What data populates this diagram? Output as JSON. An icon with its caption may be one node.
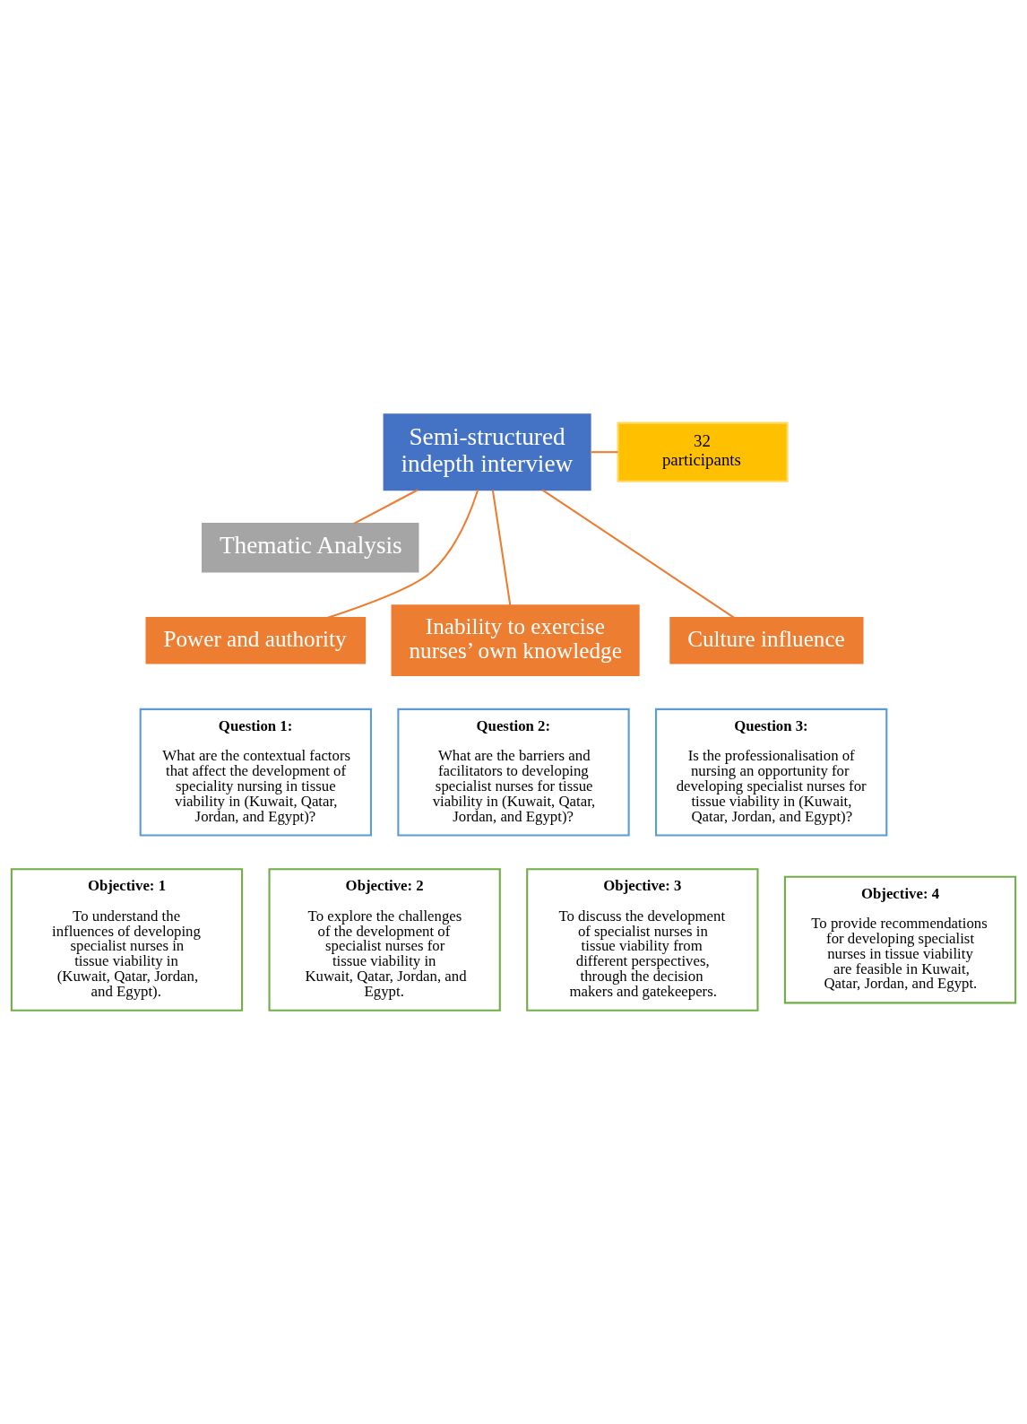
{
  "diagram": {
    "nodes": [
      {
        "text": [
          "Semi-structured indepth interview"
        ]
      },
      {
        "text": [
          "32 participants"
        ]
      },
      {
        "text": [
          "Thematic Analysis"
        ]
      },
      {
        "text": [
          "Power and authority"
        ]
      },
      {
        "text": [
          "Inability to exercise nurses’ own knowledge"
        ]
      },
      {
        "text": [
          "Culture influence"
        ]
      },
      {
        "text": [
          "Question 1:",
          "What are the contextual factors that affect the development of speciality nursing in tissue viability in (Kuwait, Qatar, Jordan, and Egypt)?"
        ]
      },
      {
        "text": [
          "Question 2:",
          "What are the barriers and facilitators to developing specialist nurses for tissue viability in (Kuwait, Qatar, Jordan, and Egypt)?"
        ]
      },
      {
        "text": [
          "Question 3:",
          "Is the professionalisation of nursing an opportunity for developing specialist nurses for tissue viability in (Kuwait, Qatar, Jordan, and Egypt)?"
        ]
      },
      {
        "text": [
          "Objective: 1",
          "To understand the influences of developing specialist nurses in tissue viability in (Kuwait, Qatar, Jordan, and Egypt)."
        ]
      },
      {
        "text": [
          "Objective: 2",
          "To explore the challenges of the development of specialist nurses for tissue viability in Kuwait, Qatar, Jordan, and Egypt."
        ]
      },
      {
        "text": [
          "Objective: 3",
          "To discuss the development of specialist nurses in tissue viability from different perspectives, through the decision makers and gatekeepers."
        ]
      },
      {
        "text": [
          "Objective: 4",
          "To provide recommendations for developing specialist nurses in tissue viability are feasible in Kuwait, Qatar, Jordan, and Egypt."
        ]
      }
    ],
    "edges": [
      {
        "from": 0,
        "to": 1,
        "arrow": "none"
      },
      {
        "from": 0,
        "to": 2,
        "arrow": "none"
      },
      {
        "from": 0,
        "to": 3,
        "arrow": "none"
      },
      {
        "from": 0,
        "to": 4,
        "arrow": "none"
      },
      {
        "from": 0,
        "to": 5,
        "arrow": "none"
      }
    ]
  }
}
